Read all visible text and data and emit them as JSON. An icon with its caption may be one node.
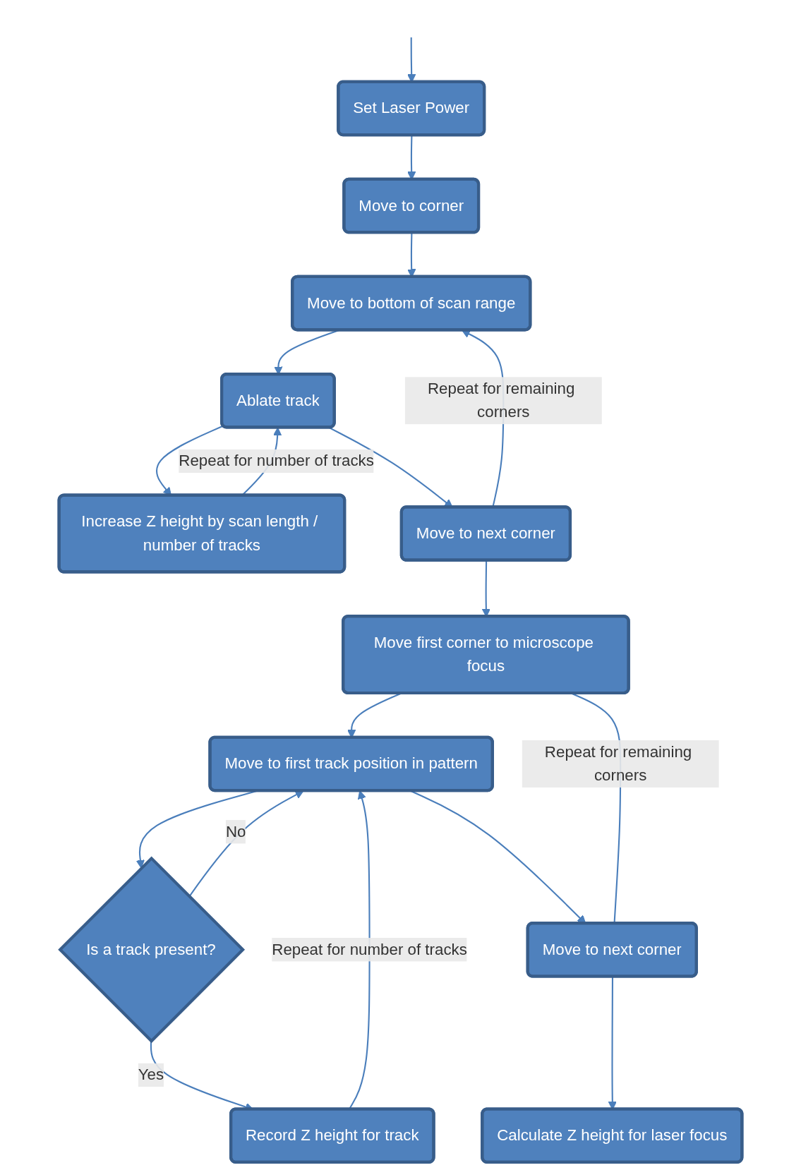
{
  "diagram": {
    "nodes": [
      {
        "text": [
          "Set Laser Power"
        ]
      },
      {
        "text": [
          "Move to corner"
        ]
      },
      {
        "text": [
          "Move to bottom of scan range"
        ]
      },
      {
        "text": [
          "Increase Z height by scan length / number of tracks"
        ]
      },
      {
        "text": [
          "Ablate track"
        ]
      },
      {
        "text": [
          "Move to next corner"
        ]
      },
      {
        "text": [
          "Move first corner to microscope focus"
        ]
      },
      {
        "text": [
          "Record Z height for track"
        ]
      },
      {
        "text": [
          "Move to first track position in pattern"
        ]
      },
      {
        "text": [
          "Is a track present?"
        ]
      },
      {
        "text": [
          "Move to next corner"
        ]
      },
      {
        "text": [
          "Calculate Z height for laser focus"
        ]
      }
    ],
    "edges": [
      {
        "from": null,
        "to": 0,
        "arrow": "to"
      },
      {
        "from": 0,
        "to": 1,
        "arrow": "to"
      },
      {
        "from": 1,
        "to": 2,
        "arrow": "to"
      },
      {
        "from": 2,
        "to": 4,
        "arrow": "to"
      },
      {
        "from": 4,
        "to": 3,
        "arrow": "to"
      },
      {
        "from": 3,
        "to": 4,
        "label": "Repeat for number of tracks",
        "arrow": "to"
      },
      {
        "from": 4,
        "to": 5,
        "arrow": "to"
      },
      {
        "from": 5,
        "to": 2,
        "label": "Repeat for remaining corners",
        "arrow": "to"
      },
      {
        "from": 5,
        "to": 6,
        "arrow": "to"
      },
      {
        "from": 6,
        "to": 8,
        "arrow": "to"
      },
      {
        "from": 8,
        "to": 9,
        "arrow": "to"
      },
      {
        "from": 9,
        "to": 7,
        "label": "Yes",
        "arrow": "to"
      },
      {
        "from": 7,
        "to": 8,
        "label": "Repeat for number of tracks",
        "arrow": "to"
      },
      {
        "from": 9,
        "to": 8,
        "label": "No",
        "arrow": "to"
      },
      {
        "from": 8,
        "to": 10,
        "arrow": "to"
      },
      {
        "from": 6,
        "to": 10,
        "label": "Repeat for remaining corners",
        "arrow": "none"
      },
      {
        "from": 10,
        "to": 11,
        "arrow": "to"
      }
    ]
  }
}
